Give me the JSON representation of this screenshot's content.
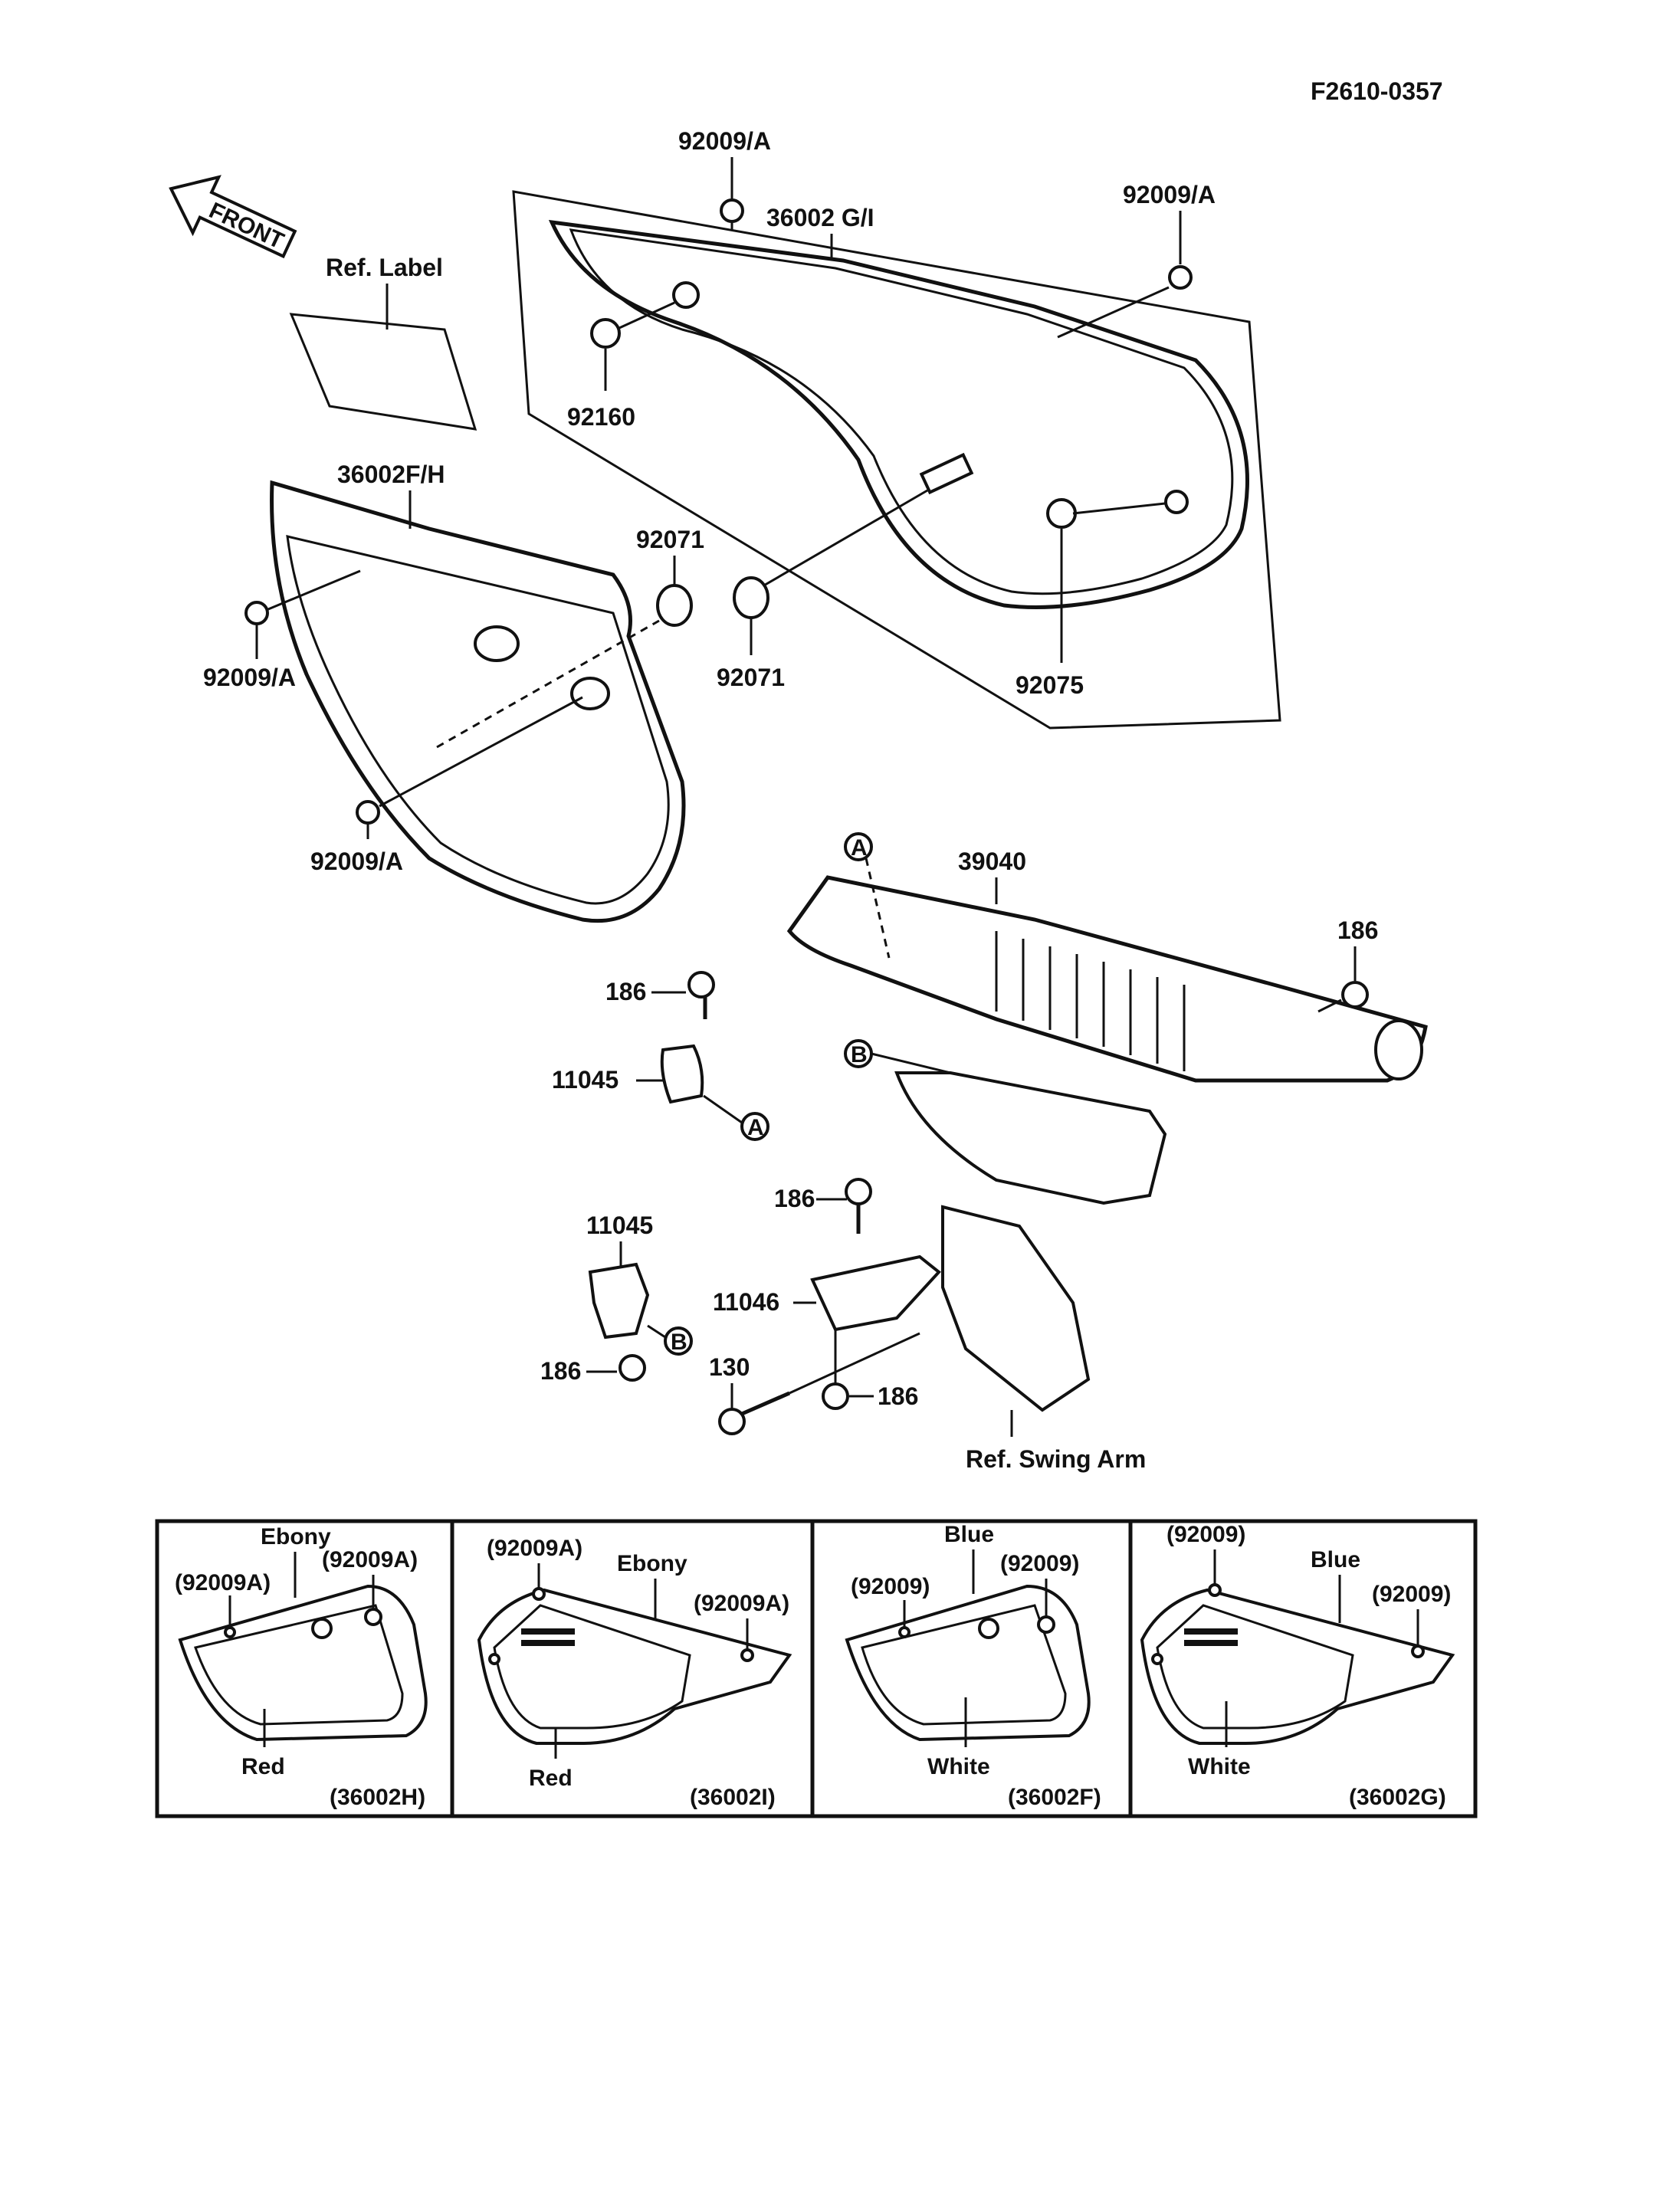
{
  "figure_code": "F2610-0357",
  "front_arrow_label": "FRONT",
  "ref_labels": {
    "label": "Ref. Label",
    "swing_arm": "Ref. Swing Arm"
  },
  "callouts": {
    "cover_right": "36002 G/I",
    "cover_left": "36002F/H",
    "bolt_top": "92009/A",
    "bolt_top_right": "92009/A",
    "bolt_left_upper": "92009/A",
    "bolt_left_lower": "92009/A",
    "grommet_92160": "92160",
    "damper_upper": "92071",
    "damper_lower": "92071",
    "grommet_92075": "92075",
    "chain_guard": "39040",
    "bolt_186_right": "186",
    "bolt_186_left": "186",
    "bracket_11045_upper": "11045",
    "bracket_11045_lower": "11045",
    "bolt_186_mid": "186",
    "bracket_11046": "11046",
    "bolt_186_lower_left": "186",
    "bolt_130": "130",
    "bolt_186_lower_right": "186",
    "marker_a": "A",
    "marker_b": "B"
  },
  "variants": [
    {
      "part_no": "(36002H)",
      "top_color": "Ebony",
      "body_color": "Red",
      "fastener_left": "(92009A)",
      "fastener_right": "(92009A)"
    },
    {
      "part_no": "(36002I)",
      "top_color": "Ebony",
      "body_color": "Red",
      "fastener_left": "(92009A)",
      "fastener_right": "(92009A)"
    },
    {
      "part_no": "(36002F)",
      "top_color": "Blue",
      "body_color": "White",
      "fastener_left": "(92009)",
      "fastener_right": "(92009)"
    },
    {
      "part_no": "(36002G)",
      "top_color": "Blue",
      "body_color": "White",
      "fastener_left": "(92009)",
      "fastener_right": "(92009)"
    }
  ]
}
